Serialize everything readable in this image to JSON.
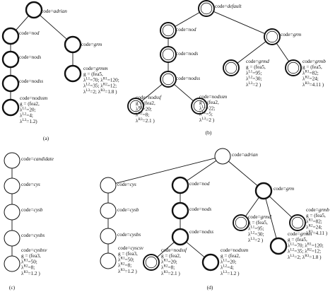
{
  "panels": [
    {
      "id": "a",
      "caption": "(a)",
      "nodes": [
        {
          "id": "a0",
          "line": "bold",
          "label": [
            "code=adrian"
          ]
        },
        {
          "id": "a1",
          "line": "bold",
          "label": [
            "code=nod"
          ]
        },
        {
          "id": "a2",
          "line": "bold",
          "label": [
            "code=nods"
          ]
        },
        {
          "id": "a3",
          "line": "bold",
          "label": [
            "code=nodss"
          ]
        },
        {
          "id": "a4",
          "line": "bold",
          "label": [
            "code=nodssm",
            "g = (fea2,",
            "λ^L1=20;",
            "λ^L2=4;",
            "λ^L3=1.2)"
          ]
        },
        {
          "id": "a5",
          "line": "bold",
          "label": [
            "code=grm"
          ]
        },
        {
          "id": "a6",
          "line": "bold",
          "label": [
            "code=grmm",
            "g = (fea5,",
            "λ^L1=70; λ^R1=120;",
            "λ^L2=35; λ^R2=12;",
            "λ^L3=2; λ^R3=1.8 )"
          ]
        }
      ],
      "edges": [
        [
          "a0",
          "a1"
        ],
        [
          "a1",
          "a2"
        ],
        [
          "a2",
          "a3"
        ],
        [
          "a3",
          "a4"
        ],
        [
          "a0",
          "a5"
        ],
        [
          "a5",
          "a6"
        ]
      ]
    },
    {
      "id": "b",
      "caption": "(b)",
      "nodes": [
        {
          "id": "b0",
          "line": "double",
          "label": [
            "code=default"
          ]
        },
        {
          "id": "b1",
          "line": "double",
          "label": [
            "code=nod"
          ]
        },
        {
          "id": "b2",
          "line": "double",
          "label": [
            "code=nods"
          ]
        },
        {
          "id": "b3",
          "line": "double",
          "label": [
            "code=nodss"
          ]
        },
        {
          "id": "b4",
          "line": "double",
          "label": [
            "code=nodssf",
            "g = (fea2,",
            "λ^R1=20;",
            "λ^R2=8;",
            "λ^R3=2.1 )"
          ]
        },
        {
          "id": "b5",
          "line": "double",
          "label": [
            "code=nodssm",
            "g = (fea2,",
            "λ^L1=22;",
            "λ^L2=5;",
            "λ^L3=2 )"
          ]
        },
        {
          "id": "b6",
          "line": "double",
          "label": [
            "code=grm"
          ]
        },
        {
          "id": "b7",
          "line": "double",
          "label": [
            "code=grmd",
            "g = (fea5,",
            "λ^L1=95;",
            "λ^L2=30;",
            "λ^L3=2 )"
          ]
        },
        {
          "id": "b8",
          "line": "double",
          "label": [
            "code=grmb",
            "g = (fea5,",
            "λ^R1=82;",
            "λ^R2=24;",
            "λ^R3=4.11 )"
          ]
        }
      ],
      "edges": [
        [
          "b0",
          "b1"
        ],
        [
          "b1",
          "b2"
        ],
        [
          "b2",
          "b3"
        ],
        [
          "b3",
          "b4"
        ],
        [
          "b3",
          "b5"
        ],
        [
          "b0",
          "b6"
        ],
        [
          "b6",
          "b7"
        ],
        [
          "b6",
          "b8"
        ]
      ]
    },
    {
      "id": "c",
      "caption": "(c)",
      "nodes": [
        {
          "id": "c0",
          "line": "thin",
          "label": [
            "code=candidate"
          ]
        },
        {
          "id": "c1",
          "line": "thin",
          "label": [
            "code=cys"
          ]
        },
        {
          "id": "c2",
          "line": "thin",
          "label": [
            "code=cysb"
          ]
        },
        {
          "id": "c3",
          "line": "thin",
          "label": [
            "code=cysbs"
          ]
        },
        {
          "id": "c4",
          "line": "thin",
          "label": [
            "code=cysbsv",
            "g = (fea3,",
            "λ^R1=50;",
            "λ^R2=8;",
            "λ^R3=1.2 )"
          ]
        }
      ],
      "edges": [
        [
          "c0",
          "c1"
        ],
        [
          "c1",
          "c2"
        ],
        [
          "c2",
          "c3"
        ],
        [
          "c3",
          "c4"
        ]
      ]
    },
    {
      "id": "d",
      "caption": "(d)",
      "nodes": [
        {
          "id": "d0",
          "line": "thin",
          "label": [
            "code=adrian"
          ]
        },
        {
          "id": "d1",
          "line": "thin",
          "label": [
            "code=cys"
          ]
        },
        {
          "id": "d2",
          "line": "thin",
          "label": [
            "code=cysb"
          ]
        },
        {
          "id": "d3",
          "line": "thin",
          "label": [
            "code=cysbs"
          ]
        },
        {
          "id": "d4",
          "line": "thin",
          "label": [
            "code=cyscsv",
            "g = (fea3,",
            "λ^R1=50;",
            "λ^R2=8;",
            "λ^R3=1.2 )"
          ]
        },
        {
          "id": "d5",
          "line": "bold",
          "label": [
            "code=nod"
          ]
        },
        {
          "id": "d6",
          "line": "bold",
          "label": [
            "code=nods"
          ]
        },
        {
          "id": "d7",
          "line": "bold",
          "label": [
            "code=nodss"
          ]
        },
        {
          "id": "d8",
          "line": "double",
          "label": [
            "code=nodssf",
            "g = (fea2,",
            "λ^R1=20;",
            "λ^R2=8;",
            "λ^R3=2.1 )"
          ]
        },
        {
          "id": "d9",
          "line": "bold",
          "label": [
            "code=nodssm",
            "g = (fea2,",
            "λ^L1=20;",
            "λ^L2=4;",
            "λ^L3=1.2 )"
          ]
        },
        {
          "id": "d10",
          "line": "bold",
          "label": [
            "code=grm"
          ]
        },
        {
          "id": "d11",
          "line": "double",
          "label": [
            "code=grmd",
            "g = (fea5,",
            "λ^L1=95;",
            "λ^L2=30;",
            "λ^L3=2 )"
          ]
        },
        {
          "id": "d12",
          "line": "double",
          "label": [
            "code=grmb",
            "g = (fea5,",
            "λ^R1=82;",
            "λ^R2=24;",
            "λ^R3=4.11 )"
          ]
        },
        {
          "id": "d13",
          "line": "bold",
          "label": [
            "code=grmm",
            "g = (fea5,",
            "λ^L1=70; λ^R1=120;",
            "λ^L2=35; λ^R2=12;",
            "λ^L3=2; λ^R3=1.8 )"
          ]
        }
      ],
      "edges": [
        [
          "d0",
          "d1"
        ],
        [
          "d1",
          "d2"
        ],
        [
          "d2",
          "d3"
        ],
        [
          "d3",
          "d4"
        ],
        [
          "d0",
          "d5"
        ],
        [
          "d5",
          "d6"
        ],
        [
          "d6",
          "d7"
        ],
        [
          "d7",
          "d8"
        ],
        [
          "d7",
          "d9"
        ],
        [
          "d0",
          "d10"
        ],
        [
          "d10",
          "d11"
        ],
        [
          "d10",
          "d12"
        ],
        [
          "d10",
          "d13"
        ]
      ]
    }
  ]
}
